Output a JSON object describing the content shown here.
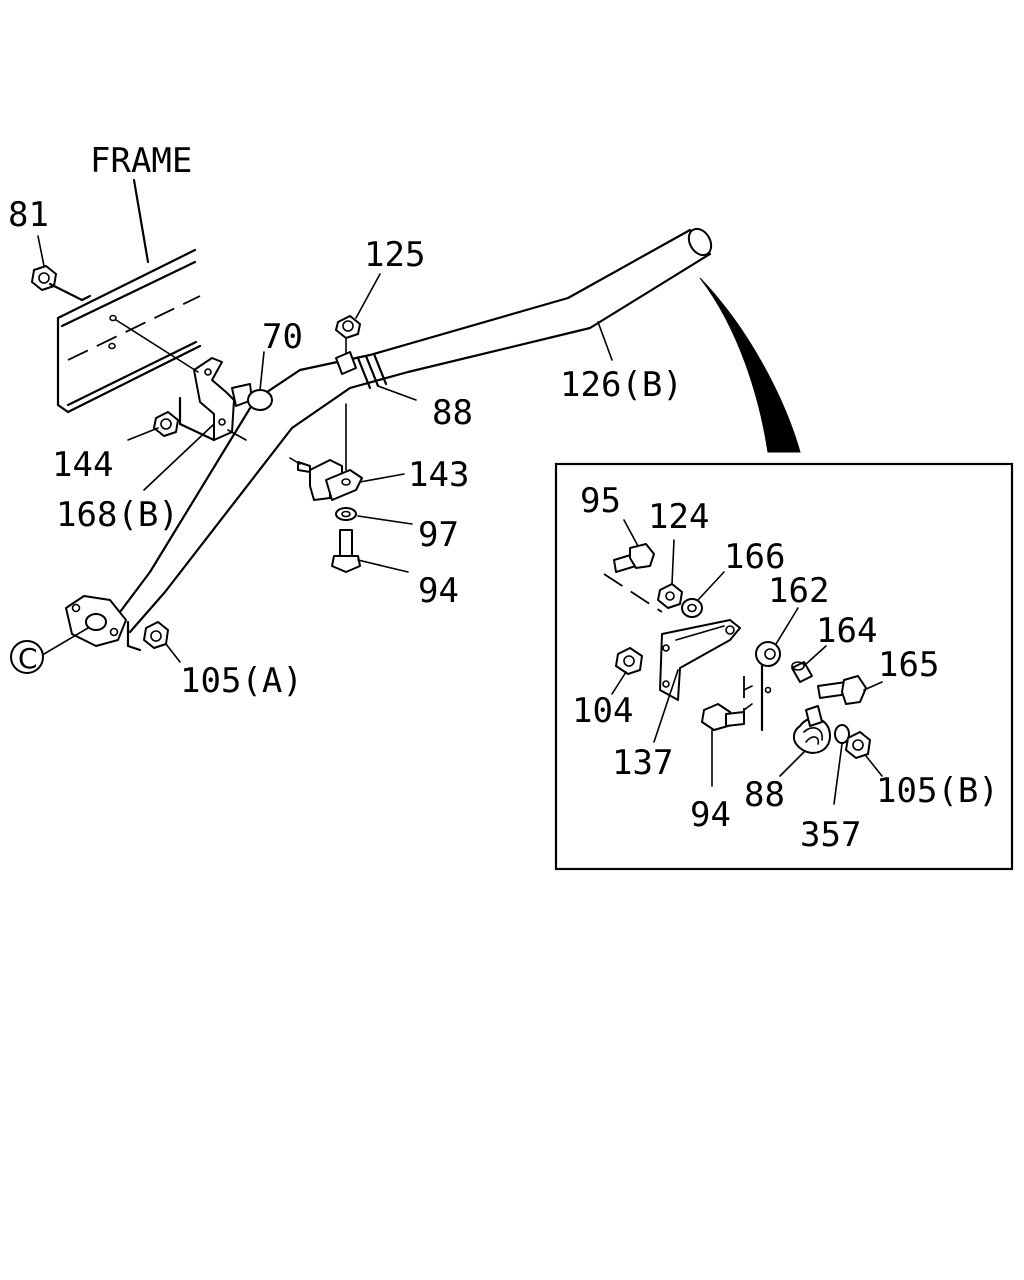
{
  "diagram": {
    "frame_label": "FRAME",
    "callout_c": "C",
    "labels": {
      "l81": "81",
      "l125": "125",
      "l70": "70",
      "l88a": "88",
      "l126b": "126(B)",
      "l144": "144",
      "l168b": "168(B)",
      "l143": "143",
      "l97": "97",
      "l94a": "94",
      "l105a": "105(A)"
    },
    "inset_labels": {
      "l95": "95",
      "l124": "124",
      "l166": "166",
      "l162": "162",
      "l164": "164",
      "l165": "165",
      "l104": "104",
      "l137": "137",
      "l94b": "94",
      "l88b": "88",
      "l357": "357",
      "l105b": "105(B)"
    }
  }
}
